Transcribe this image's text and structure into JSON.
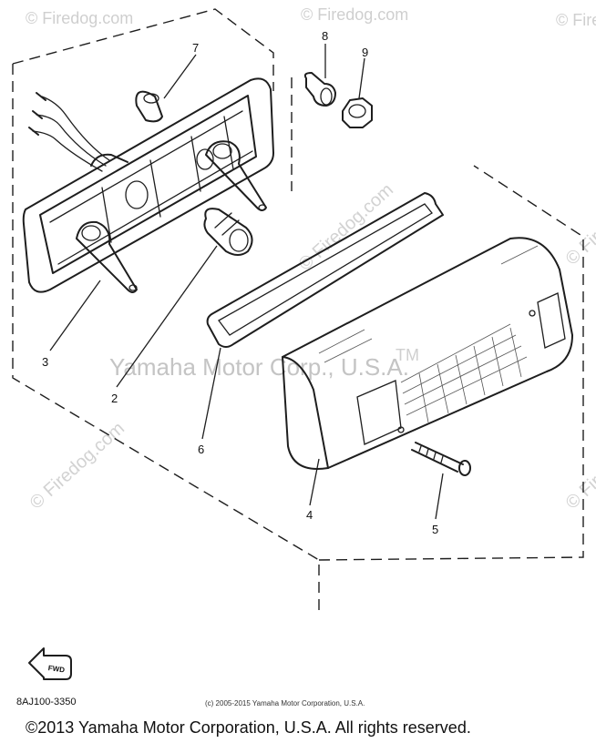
{
  "diagram": {
    "callouts": [
      {
        "id": "1",
        "label": "2"
      },
      {
        "id": "2",
        "label": "3"
      },
      {
        "id": "3",
        "label": "4"
      },
      {
        "id": "4",
        "label": "5"
      },
      {
        "id": "5",
        "label": "6"
      },
      {
        "id": "6",
        "label": "7"
      },
      {
        "id": "7",
        "label": "8"
      },
      {
        "id": "8",
        "label": "9"
      }
    ],
    "watermarks": {
      "firedog": "© Firedog.com",
      "yamaha_mark": "Yamaha Motor Corp., U.S.A.",
      "tm": "TM"
    },
    "fwd_label": "FWD"
  },
  "footer": {
    "part_code": "8AJ100-3350",
    "small_copyright": "(c) 2005-2015 Yamaha Motor Corporation, U.S.A.",
    "copyright": "©2013 Yamaha Motor Corporation, U.S.A. All rights reserved."
  }
}
